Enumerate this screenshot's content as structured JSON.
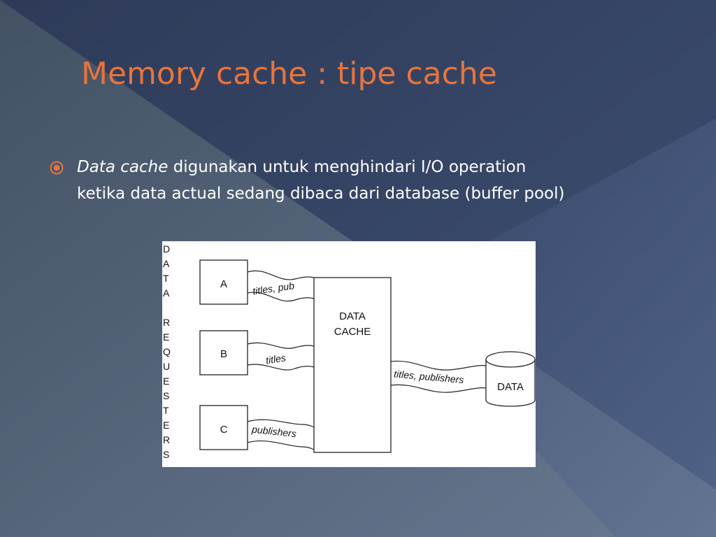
{
  "slide": {
    "title": "Memory cache : tipe cache",
    "bullet": {
      "emphasis": "Data cache",
      "line1_rest": " digunakan untuk menghindari I/O operation",
      "line2": "ketika data actual sedang dibaca dari database (buffer pool)"
    }
  },
  "diagram": {
    "side_label": [
      "D",
      "A",
      "T",
      "A",
      "",
      "R",
      "E",
      "Q",
      "U",
      "E",
      "S",
      "T",
      "E",
      "R",
      "S"
    ],
    "requesters": [
      {
        "label": "A",
        "stream": "titles, pub"
      },
      {
        "label": "B",
        "stream": "titles"
      },
      {
        "label": "C",
        "stream": "publishers"
      }
    ],
    "cache_line1": "DATA",
    "cache_line2": "CACHE",
    "db_stream": "titles, publishers",
    "db_label": "DATA"
  },
  "colors": {
    "title": "#e8743b",
    "bullet_icon": "#e8743b",
    "text": "#ffffff",
    "background": "#3a4a6b"
  }
}
